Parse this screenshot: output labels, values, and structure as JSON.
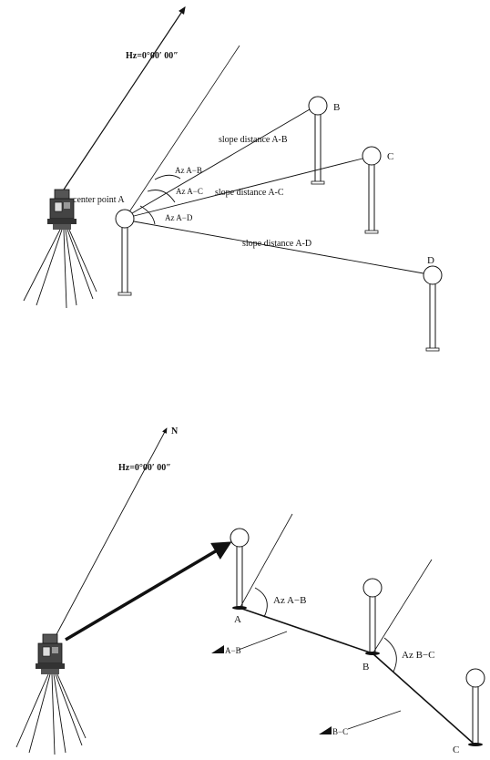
{
  "top_diagram": {
    "hz_label": "Hz=0°00′ 00″",
    "center_label": "center point A",
    "point_b": "B",
    "point_c": "C",
    "point_d": "D",
    "slope_ab": "slope distance A-B",
    "slope_ac": "slope distance A-C",
    "slope_ad": "slope distance A-D",
    "az_ab": "Az A−B",
    "az_ac": "Az A−C",
    "az_ad": "Az A−D"
  },
  "bottom_diagram": {
    "north": "N",
    "hz_label": "Hz=0°00′ 00″",
    "point_a": "A",
    "point_b": "B",
    "point_c": "C",
    "az_ab": "Az A−B",
    "az_bc": "Az B−C",
    "dist_ab": "A−B",
    "dist_bc": "B−C"
  }
}
